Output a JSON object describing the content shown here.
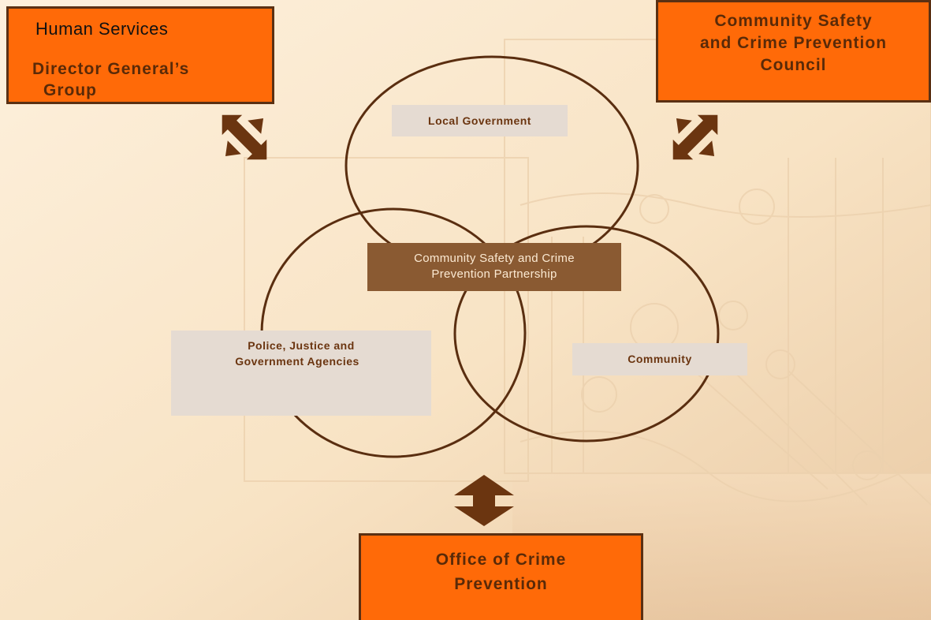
{
  "boxes": {
    "human_services": {
      "line1": "Human Services",
      "line2": "Director General’s",
      "line3": "Group"
    },
    "council": {
      "line1": "Community Safety",
      "line2": "and Crime Prevention",
      "line3": "Council"
    },
    "office": {
      "line1": "Office of Crime",
      "line2": "Prevention"
    }
  },
  "circles": {
    "local_government": "Local Government",
    "police": {
      "line1": "Police, Justice and",
      "line2": "Government Agencies"
    },
    "community": "Community"
  },
  "partnership": {
    "line1": "Community Safety and Crime",
    "line2": "Prevention Partnership"
  },
  "colors": {
    "orange_box": "#ff6a08",
    "box_border": "#5a3013",
    "arrow": "#6b3510",
    "circle_stroke": "#5a2e10",
    "label_box": "#e5dbd2",
    "partnership_box": "#8a5a32",
    "background": "#fcecd5"
  },
  "icons": [
    "four-way-arrow-icon",
    "vertical-double-arrow-icon"
  ]
}
